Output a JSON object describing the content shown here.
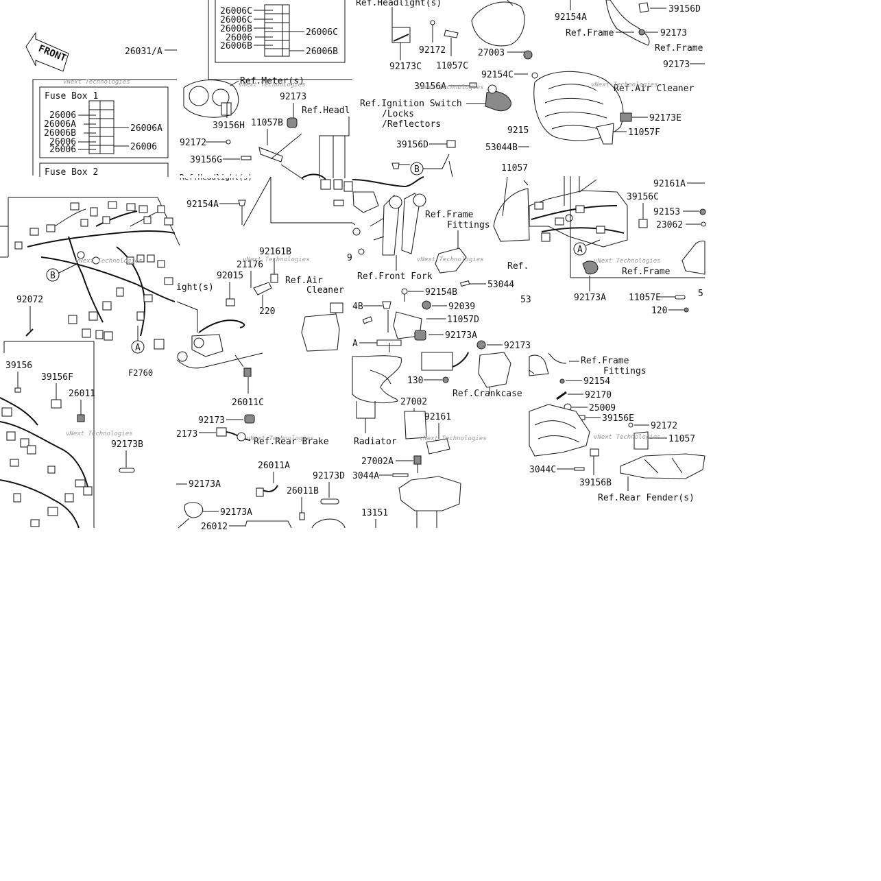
{
  "header": {
    "front_label": "FRONT",
    "figure_code": "F2760",
    "fuse_box_1": "Fuse Box 1",
    "fuse_box_2": "Fuse Box 2",
    "watermark": "vNext Technologies",
    "circle_a": "A",
    "circle_b": "B"
  },
  "fuse_box_1_rows": [
    "26006",
    "26006A",
    "26006B",
    "26006",
    "26006"
  ],
  "fuse_box_1_side": [
    "26006A",
    "26006"
  ],
  "fuse_box_2_rows": [
    "26006C",
    "26006C",
    "26006B",
    "26006",
    "26006B"
  ],
  "fuse_box_2_side": [
    "26006C",
    "26006B"
  ],
  "labels": {
    "l26031a": "26031/A",
    "meter": "Ref.Meter(s)",
    "l92173_m": "92173",
    "l39156h": "39156H",
    "l11057b": "11057B",
    "l92172_m": "92172",
    "l39156g": "39156G",
    "headlight_top": "Ref.Headlight(s)",
    "headlight_mid": "Ref.Headl",
    "headlight_frag": "Ref.Headlight(s)",
    "l92154a_m": "92154A",
    "l92072": "92072",
    "l39156": "39156",
    "l39156f": "39156F",
    "l26011": "26011",
    "l92173b": "92173B",
    "light_frag": "ight(s)",
    "l92015": "92015",
    "l21176": "21176",
    "l92161b": "92161B",
    "l220": "220",
    "air_cleaner_l1": "Ref.Air",
    "air_cleaner_l2": "Cleaner",
    "l26011c": "26011C",
    "l92173_l": "92173",
    "l2173": "2173",
    "rear_brake": "Ref.Rear Brake",
    "l92173a_a": "92173A",
    "l26011a": "26011A",
    "l26011b": "26011B",
    "l92173d": "92173D",
    "l92173a_b": "92173A",
    "l26012": "26012",
    "l92173c": "92173C",
    "l92172_t": "92172",
    "l11057c": "11057C",
    "ignition": "Ref.Ignition Switch",
    "locks": "/Locks",
    "reflectors": "/Reflectors",
    "l39156a": "39156A",
    "l39156d_m": "39156D",
    "frame_fittings_1": "Ref.Frame",
    "frame_fittings_2": "Fittings",
    "front_fork": "Ref.Front Fork",
    "l53044": "53044",
    "l92154b": "92154B",
    "l92039": "92039",
    "l11057d": "11057D",
    "l92173a_m": "92173A",
    "l4b": "4B",
    "la_frag": "A",
    "l9_frag": "9",
    "l130": "130",
    "crankcase": "Ref.Crankcase",
    "l27002": "27002",
    "l92161": "92161",
    "l27002a": "27002A",
    "l3044a": "3044A",
    "l13151": "13151",
    "radiator": "Radiator",
    "l92173_r": "92173",
    "l92154a_t": "92154A",
    "l39156d_t": "39156D",
    "ref_frame_1": "Ref.Frame",
    "l92173_t1": "92173",
    "ref_frame_2": "Ref.Frame",
    "l92173_t2": "92173",
    "l27003": "27003",
    "l92154c": "92154C",
    "air_cleaner_2": "Ref.Air Cleaner",
    "l92173e": "92173E",
    "l11057f": "11057F",
    "l9215_frag": "9215",
    "l53044b": "53044B",
    "l11057_frag": "11057",
    "l92161a": "92161A",
    "l39156c": "39156C",
    "l92153": "92153",
    "l23062": "23062",
    "ref_frame_3": "Ref.Frame",
    "l92173a_r": "92173A",
    "l11057e": "11057E",
    "l120": "120",
    "l5_frag": "5",
    "ref_frag": "Ref.",
    "l53_frag": "53",
    "frame_fittings_r1": "Ref.Frame",
    "frame_fittings_r2": "Fittings",
    "l92154": "92154",
    "l92170": "92170",
    "l25009": "25009",
    "l39156e": "39156E",
    "l92172_r": "92172",
    "l11057": "11057",
    "l3044c": "3044C",
    "l39156b": "39156B",
    "rear_fender": "Ref.Rear Fender(s)"
  }
}
